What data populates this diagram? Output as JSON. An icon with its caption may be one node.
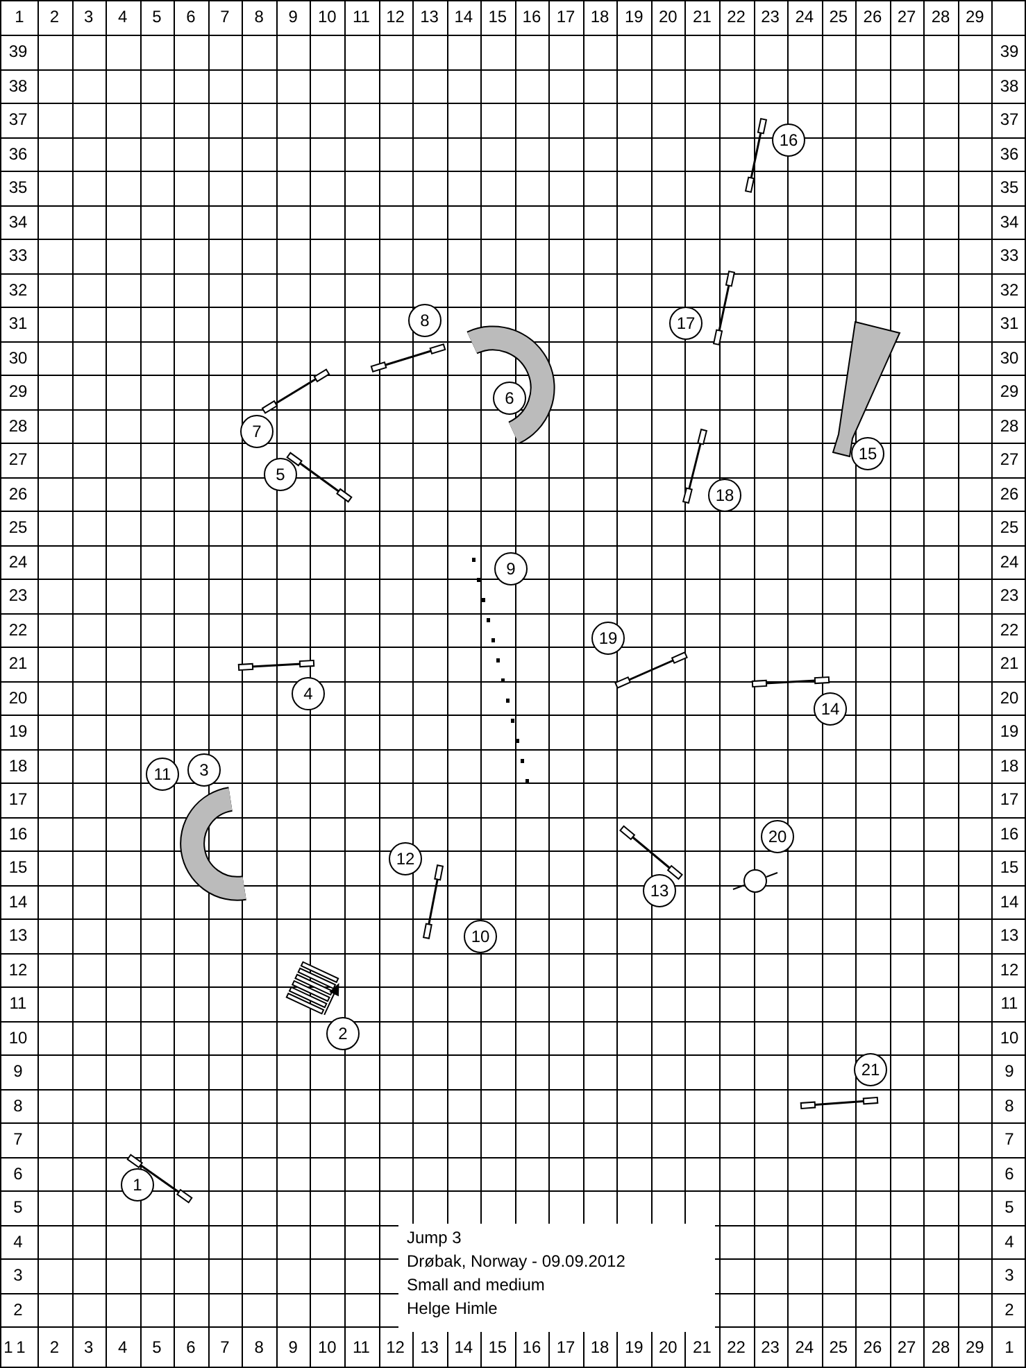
{
  "diagram": {
    "nodes": [
      {
        "text": [
          "1"
        ]
      },
      {
        "text": [
          "2"
        ]
      },
      {
        "text": [
          "3"
        ]
      },
      {
        "text": [
          "4"
        ]
      },
      {
        "text": [
          "5"
        ]
      },
      {
        "text": [
          "6"
        ]
      },
      {
        "text": [
          "7"
        ]
      },
      {
        "text": [
          "8"
        ]
      },
      {
        "text": [
          "9"
        ]
      },
      {
        "text": [
          "10"
        ]
      },
      {
        "text": [
          "11"
        ]
      },
      {
        "text": [
          "12"
        ]
      },
      {
        "text": [
          "13"
        ]
      },
      {
        "text": [
          "14"
        ]
      },
      {
        "text": [
          "15"
        ]
      },
      {
        "text": [
          "16"
        ]
      },
      {
        "text": [
          "17"
        ]
      },
      {
        "text": [
          "18"
        ]
      },
      {
        "text": [
          "19"
        ]
      },
      {
        "text": [
          "20"
        ]
      },
      {
        "text": [
          "21"
        ]
      },
      {
        "text": [
          "Jump 3",
          "Drøbak, Norway - 09.09.2012",
          "Small and medium",
          "Helge Himle"
        ]
      }
    ],
    "labels": [
      "1",
      "2",
      "3",
      "4",
      "5",
      "6",
      "7",
      "8",
      "9",
      "10",
      "11",
      "12",
      "13",
      "14",
      "15",
      "16",
      "17",
      "18",
      "19",
      "20",
      "21",
      "22",
      "23",
      "24",
      "25",
      "26",
      "27",
      "28",
      "29",
      "39",
      "39",
      "38",
      "38",
      "37",
      "37",
      "36",
      "36",
      "35",
      "35",
      "34",
      "34",
      "33",
      "33",
      "32",
      "32",
      "31",
      "31",
      "30",
      "30",
      "29",
      "29",
      "28",
      "28",
      "27",
      "27",
      "26",
      "26",
      "25",
      "25",
      "24",
      "24",
      "23",
      "23",
      "22",
      "22",
      "21",
      "21",
      "20",
      "20",
      "19",
      "19",
      "18",
      "18",
      "17",
      "17",
      "16",
      "16",
      "15",
      "15",
      "14",
      "14",
      "13",
      "13",
      "12",
      "12",
      "11",
      "11",
      "10",
      "10",
      "9",
      "9",
      "8",
      "8",
      "7",
      "7",
      "6",
      "6",
      "5",
      "5",
      "4",
      "4",
      "3",
      "3",
      "2",
      "2",
      "1",
      "1",
      "2",
      "3",
      "4",
      "5",
      "6",
      "7",
      "8",
      "9",
      "10",
      "11",
      "12",
      "13",
      "14",
      "15",
      "16",
      "17",
      "18",
      "19",
      "20",
      "21",
      "22",
      "23",
      "24",
      "25",
      "26",
      "27",
      "28",
      "29",
      "1"
    ]
  }
}
